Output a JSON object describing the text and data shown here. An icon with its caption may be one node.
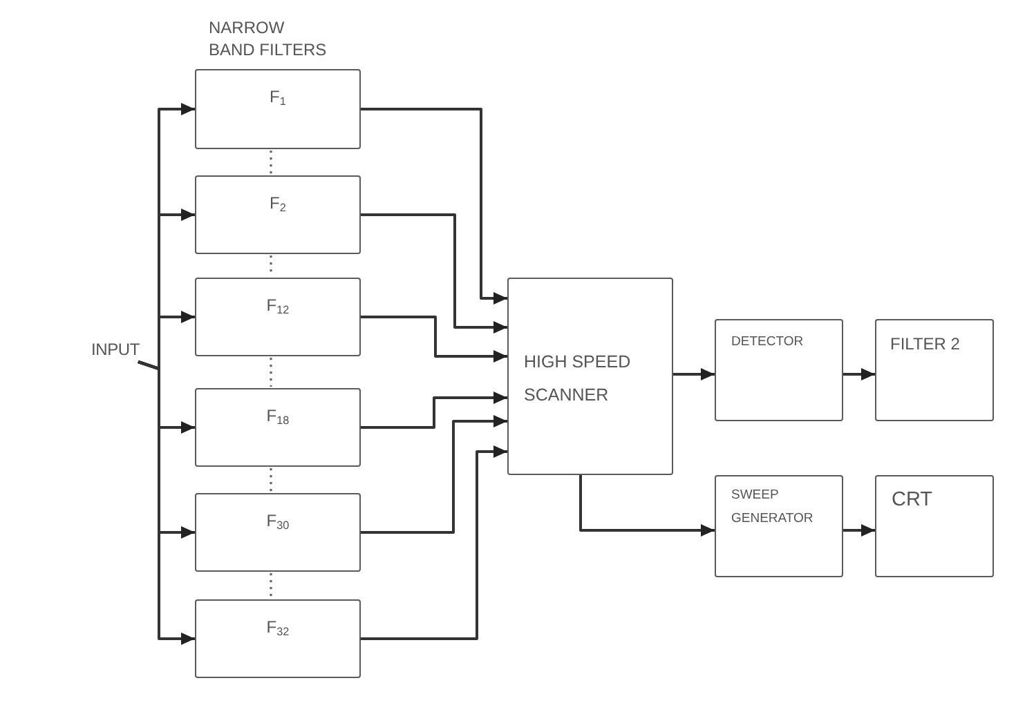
{
  "diagram": {
    "nodes": [
      {
        "text": [
          "INPUT"
        ]
      },
      {
        "text": [
          "F$_{1}$"
        ]
      },
      {
        "text": [
          "F$_{2}$"
        ]
      },
      {
        "text": [
          "F$_{12}$"
        ]
      },
      {
        "text": [
          "F$_{18}$"
        ]
      },
      {
        "text": [
          "F$_{30}$"
        ]
      },
      {
        "text": [
          "F$_{32}$"
        ]
      },
      {
        "text": [
          "HIGH SPEED SCANNER"
        ]
      },
      {
        "text": [
          "DETECTOR"
        ]
      },
      {
        "text": [
          "FILTER 2"
        ]
      },
      {
        "text": [
          "SWEEP GENERATOR"
        ]
      },
      {
        "text": [
          "CRT"
        ]
      }
    ],
    "edges": [
      {
        "from": 0,
        "to": 1,
        "arrow": "to"
      },
      {
        "from": 0,
        "to": 2,
        "arrow": "to"
      },
      {
        "from": 0,
        "to": 3,
        "arrow": "to"
      },
      {
        "from": 0,
        "to": 4,
        "arrow": "to"
      },
      {
        "from": 0,
        "to": 5,
        "arrow": "to"
      },
      {
        "from": 0,
        "to": 6,
        "arrow": "to"
      },
      {
        "from": 1,
        "to": 2,
        "arrow": "none",
        "style": "dashed"
      },
      {
        "from": 2,
        "to": 3,
        "arrow": "none",
        "style": "dashed"
      },
      {
        "from": 3,
        "to": 4,
        "arrow": "none",
        "style": "dashed"
      },
      {
        "from": 4,
        "to": 5,
        "arrow": "none",
        "style": "dashed"
      },
      {
        "from": 5,
        "to": 6,
        "arrow": "none",
        "style": "dashed"
      },
      {
        "from": 1,
        "to": 7,
        "arrow": "to"
      },
      {
        "from": 2,
        "to": 7,
        "arrow": "to"
      },
      {
        "from": 3,
        "to": 7,
        "arrow": "to"
      },
      {
        "from": 4,
        "to": 7,
        "arrow": "to"
      },
      {
        "from": 5,
        "to": 7,
        "arrow": "to"
      },
      {
        "from": 6,
        "to": 7,
        "arrow": "to"
      },
      {
        "from": 7,
        "to": 8,
        "arrow": "to"
      },
      {
        "from": 8,
        "to": 9,
        "arrow": "to"
      },
      {
        "from": 7,
        "to": 10,
        "arrow": "to"
      },
      {
        "from": 10,
        "to": 11,
        "arrow": "to"
      }
    ],
    "labels": [
      "NARROW BAND FILTERS"
    ]
  }
}
